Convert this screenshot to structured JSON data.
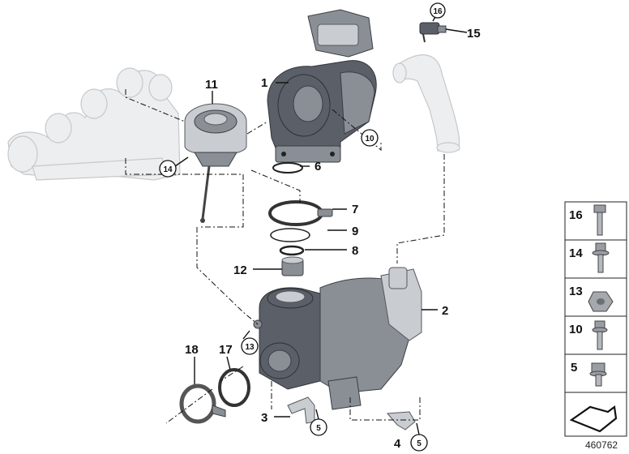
{
  "callouts": {
    "c1": "1",
    "c2": "2",
    "c3": "3",
    "c4": "4",
    "c6": "6",
    "c7": "7",
    "c8": "8",
    "c9": "9",
    "c11": "11",
    "c12": "12",
    "c15": "15",
    "c17": "17",
    "c18": "18"
  },
  "circled": {
    "k16": "16",
    "k10": "10",
    "k14": "14",
    "k13": "13",
    "k5a": "5",
    "k5b": "5"
  },
  "hardware_legend": [
    {
      "label": "16",
      "icon": "hex-bolt-long-icon"
    },
    {
      "label": "14",
      "icon": "flange-bolt-icon"
    },
    {
      "label": "13",
      "icon": "hex-nut-icon"
    },
    {
      "label": "10",
      "icon": "flange-bolt-short-icon"
    },
    {
      "label": "5",
      "icon": "hex-bolt-short-icon"
    }
  ],
  "diagram_number": "460762",
  "colors": {
    "ink": "#111111",
    "part_dark": "#5b6068",
    "ghost": "#eceeef"
  }
}
